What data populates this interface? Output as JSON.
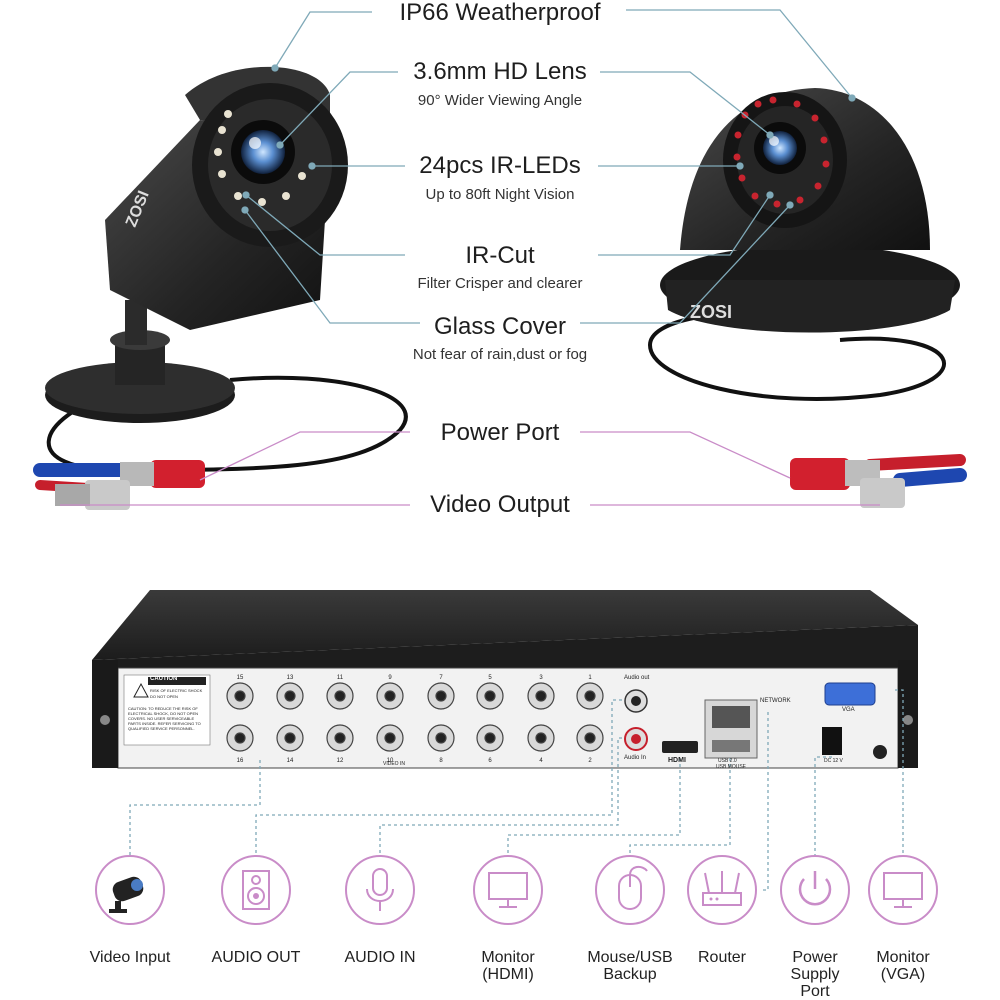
{
  "features": [
    {
      "title": "IP66 Weatherproof",
      "subtitle": ""
    },
    {
      "title": "3.6mm HD Lens",
      "subtitle": "90° Wider Viewing Angle"
    },
    {
      "title": "24pcs IR-LEDs",
      "subtitle": "Up to 80ft Night Vision"
    },
    {
      "title": "IR-Cut",
      "subtitle": "Filter Crisper and clearer"
    },
    {
      "title": "Glass Cover",
      "subtitle": "Not fear of rain,dust or fog"
    }
  ],
  "cable_labels": {
    "power": "Power Port",
    "video": "Video Output"
  },
  "brand": "ZOSI",
  "dvr_panel": {
    "caution_title": "CAUTION",
    "caution_line1": "RISK OF ELECTRIC SHOCK",
    "caution_line2": "DO NOT OPEN",
    "caution_text": "CAUTION: TO REDUCE THE RISK OF ELECTRICAL SHOCK, DO NOT OPEN COVERS. NO USER SERVICEABLE PARTS INSIDE. REFER SERVICING TO QUALIFIED SERVICE PERSONNEL.",
    "top_numbers": [
      "15",
      "13",
      "11",
      "9",
      "7",
      "5",
      "3",
      "1"
    ],
    "bottom_numbers": [
      "16",
      "14",
      "12",
      "10",
      "8",
      "6",
      "4",
      "2"
    ],
    "video_in": "VIDEO IN",
    "audio_out": "Audio out",
    "audio_in": "Audio In",
    "hdmi": "HDMI",
    "network": "NETWORK",
    "usb": "USB 2.0",
    "usb_mouse": "USB MOUSE",
    "vga": "VGA",
    "dc": "DC 12 V"
  },
  "ports": [
    {
      "label": "Video Input",
      "icon": "camera-icon"
    },
    {
      "label": "AUDIO OUT",
      "icon": "speaker-icon"
    },
    {
      "label": "AUDIO IN",
      "icon": "microphone-icon"
    },
    {
      "label": "Monitor\n(HDMI)",
      "icon": "monitor-icon"
    },
    {
      "label": "Mouse/USB\nBackup",
      "icon": "mouse-icon"
    },
    {
      "label": "Router",
      "icon": "router-icon"
    },
    {
      "label": "Power\nSupply\nPort",
      "icon": "power-icon"
    },
    {
      "label": "Monitor\n(VGA)",
      "icon": "monitor-icon"
    }
  ],
  "colors": {
    "accent": "#c98cc8",
    "leader": "#7fa9b8",
    "camera": "#2a2a2a",
    "red": "#d2202e",
    "blue": "#2b4fb3"
  }
}
